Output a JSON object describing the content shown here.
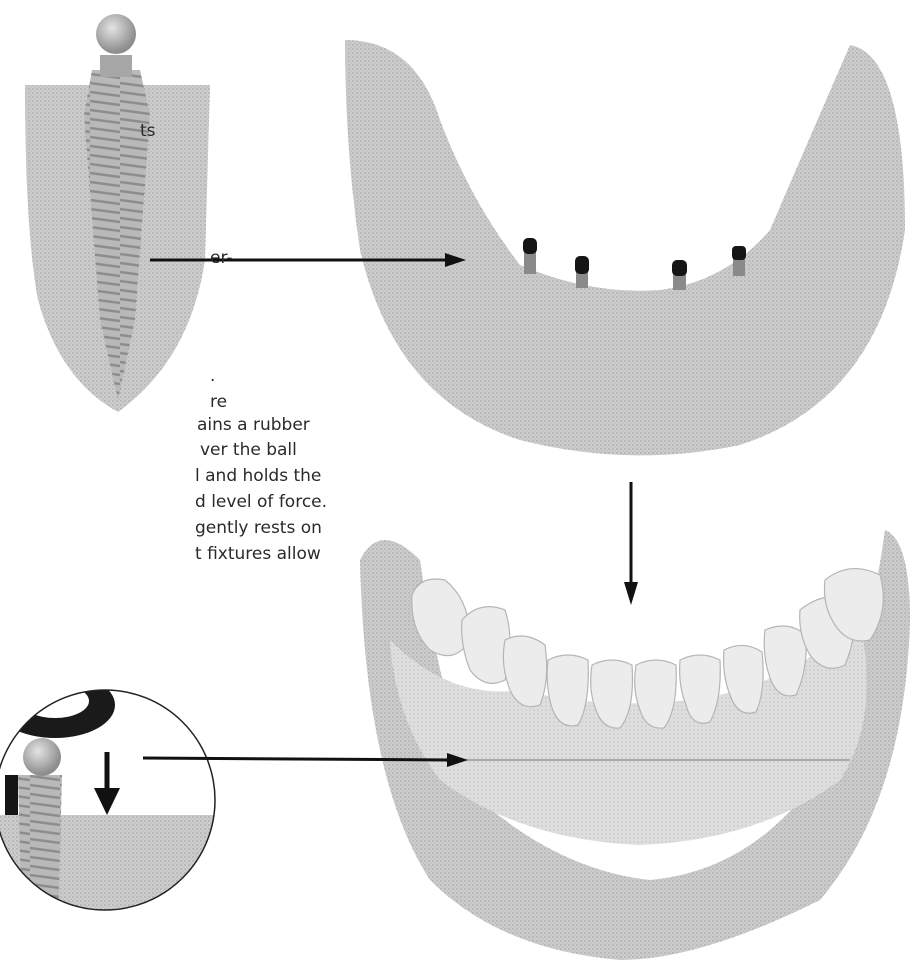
{
  "text_fragments": [
    "ts",
    "er-",
    ".",
    "re",
    "ains a rubber",
    "ver the ball",
    "l and holds the",
    "d level of force.",
    "gently rests on",
    "t fixtures allow"
  ],
  "colors": {
    "arrow": "#111111",
    "bone": "#cfcfcf",
    "bone_dark": "#a8a8a8",
    "tooth": "#e9e9e9",
    "gum": "#c4c4c4",
    "ring": "#1a1a1a",
    "metal": "#555555"
  }
}
